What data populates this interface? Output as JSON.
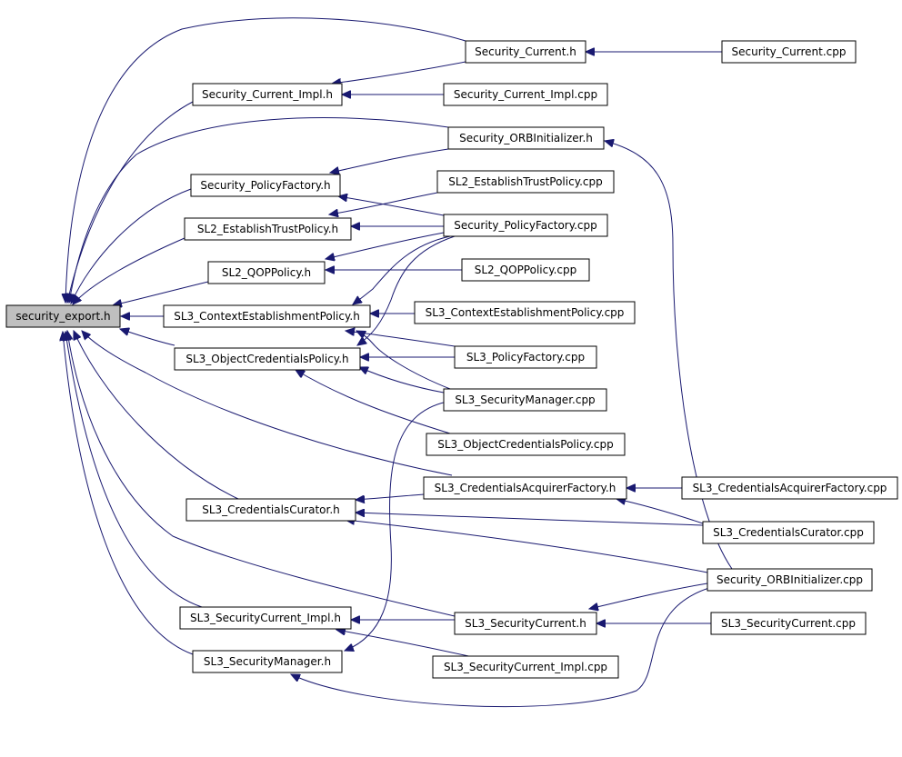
{
  "colors": {
    "edge": "#191970",
    "root_fill": "#bfbfbf",
    "node_fill": "#ffffff",
    "node_border": "#000000"
  },
  "nodes": {
    "security_export_h": "security_export.h",
    "security_current_h": "Security_Current.h",
    "security_current_cpp": "Security_Current.cpp",
    "security_current_impl_h": "Security_Current_Impl.h",
    "security_current_impl_cpp": "Security_Current_Impl.cpp",
    "security_orbinitializer_h": "Security_ORBInitializer.h",
    "security_policyfactory_h": "Security_PolicyFactory.h",
    "sl2_establishtrustpolicy_cpp": "SL2_EstablishTrustPolicy.cpp",
    "sl2_establishtrustpolicy_h": "SL2_EstablishTrustPolicy.h",
    "security_policyfactory_cpp": "Security_PolicyFactory.cpp",
    "sl2_qoppolicy_h": "SL2_QOPPolicy.h",
    "sl2_qoppolicy_cpp": "SL2_QOPPolicy.cpp",
    "sl3_contextestablishmentpolicy_h": "SL3_ContextEstablishmentPolicy.h",
    "sl3_contextestablishmentpolicy_cpp": "SL3_ContextEstablishmentPolicy.cpp",
    "sl3_objectcredentialspolicy_h": "SL3_ObjectCredentialsPolicy.h",
    "sl3_policyfactory_cpp": "SL3_PolicyFactory.cpp",
    "sl3_securitymanager_cpp": "SL3_SecurityManager.cpp",
    "sl3_objectcredentialspolicy_cpp": "SL3_ObjectCredentialsPolicy.cpp",
    "sl3_credentialsacquirerfactory_h": "SL3_CredentialsAcquirerFactory.h",
    "sl3_credentialsacquirerfactory_cpp": "SL3_CredentialsAcquirerFactory.cpp",
    "sl3_credentialscurator_h": "SL3_CredentialsCurator.h",
    "sl3_credentialscurator_cpp": "SL3_CredentialsCurator.cpp",
    "security_orbinitializer_cpp": "Security_ORBInitializer.cpp",
    "sl3_securitycurrent_impl_h": "SL3_SecurityCurrent_Impl.h",
    "sl3_securitycurrent_h": "SL3_SecurityCurrent.h",
    "sl3_securitycurrent_cpp": "SL3_SecurityCurrent.cpp",
    "sl3_securitymanager_h": "SL3_SecurityManager.h",
    "sl3_securitycurrent_impl_cpp": "SL3_SecurityCurrent_Impl.cpp"
  }
}
